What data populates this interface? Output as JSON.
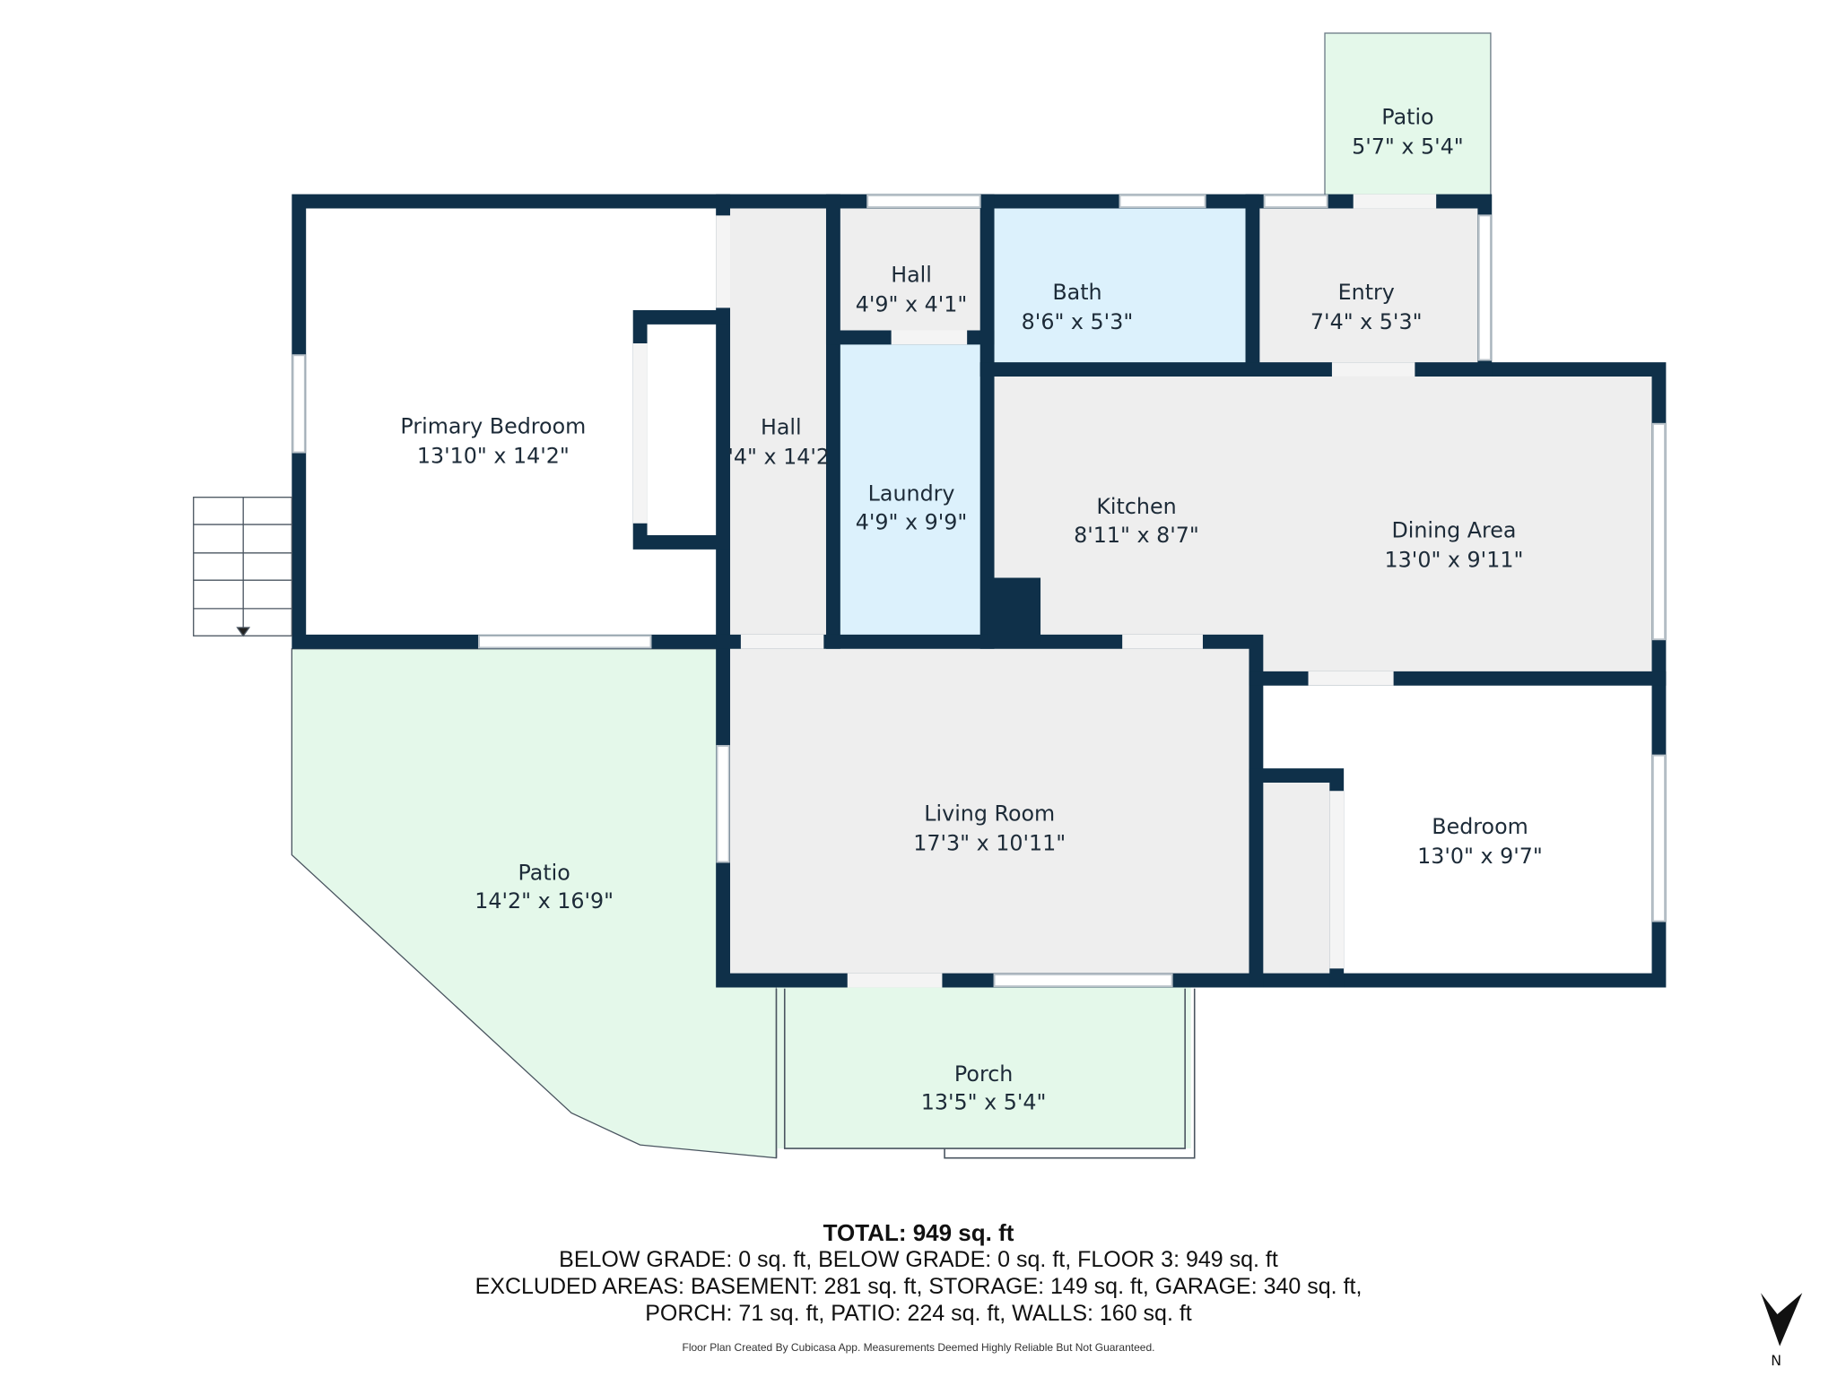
{
  "rooms": {
    "patio_top": {
      "name": "Patio",
      "dims": "5'7\" x 5'4\""
    },
    "primary_bedroom": {
      "name": "Primary Bedroom",
      "dims": "13'10\" x 14'2\""
    },
    "hall_tall": {
      "name": "Hall",
      "dims": "'4\" x 14'2"
    },
    "hall_small": {
      "name": "Hall",
      "dims": "4'9\" x 4'1\""
    },
    "bath": {
      "name": "Bath",
      "dims": "8'6\" x 5'3\""
    },
    "entry": {
      "name": "Entry",
      "dims": "7'4\" x 5'3\""
    },
    "laundry": {
      "name": "Laundry",
      "dims": "4'9\" x 9'9\""
    },
    "kitchen": {
      "name": "Kitchen",
      "dims": "8'11\" x 8'7\""
    },
    "dining": {
      "name": "Dining Area",
      "dims": "13'0\" x 9'11\""
    },
    "living": {
      "name": "Living Room",
      "dims": "17'3\" x 10'11\""
    },
    "bedroom": {
      "name": "Bedroom",
      "dims": "13'0\" x 9'7\""
    },
    "patio_big": {
      "name": "Patio",
      "dims": "14'2\" x 16'9\""
    },
    "porch": {
      "name": "Porch",
      "dims": "13'5\" x 5'4\""
    }
  },
  "footer": {
    "total": "TOTAL: 949 sq. ft",
    "line1": "BELOW GRADE: 0 sq. ft, BELOW GRADE: 0 sq. ft, FLOOR 3: 949 sq. ft",
    "line2": "EXCLUDED AREAS: BASEMENT: 281 sq. ft, STORAGE: 149 sq. ft, GARAGE: 340 sq. ft,",
    "line3": "PORCH: 71 sq. ft, PATIO: 224 sq. ft, WALLS: 160 sq. ft",
    "credit": "Floor Plan Created By Cubicasa App. Measurements Deemed Highly Reliable But Not Guaranteed."
  },
  "compass": {
    "label": "N"
  },
  "colors": {
    "wall": "#0f3049",
    "room": "#eeeeee",
    "wet": "#dcf1fc",
    "outdoor": "#e4f8ea"
  }
}
